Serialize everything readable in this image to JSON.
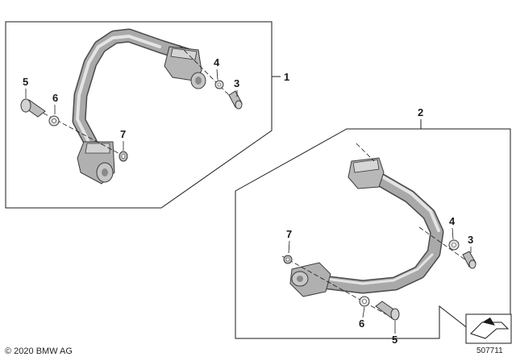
{
  "callouts": {
    "group1_assembly": "1",
    "group2_assembly": "2",
    "g1_bolt_small": "3",
    "g1_washer_small": "4",
    "g1_bolt_large": "5",
    "g1_washer_large": "6",
    "g1_nut": "7",
    "g2_bolt_small": "3",
    "g2_washer_small": "4",
    "g2_bolt_large": "5",
    "g2_washer_large": "6",
    "g2_nut": "7"
  },
  "footer": {
    "copyright": "© 2020 BMW AG",
    "document_number": "507711"
  },
  "colors": {
    "line": "#1a1a1a",
    "tube_dark": "#7b7b7b",
    "tube_mid": "#a9a9a9",
    "tube_light": "#d8d8d8",
    "hardware": "#b8b8b8"
  }
}
